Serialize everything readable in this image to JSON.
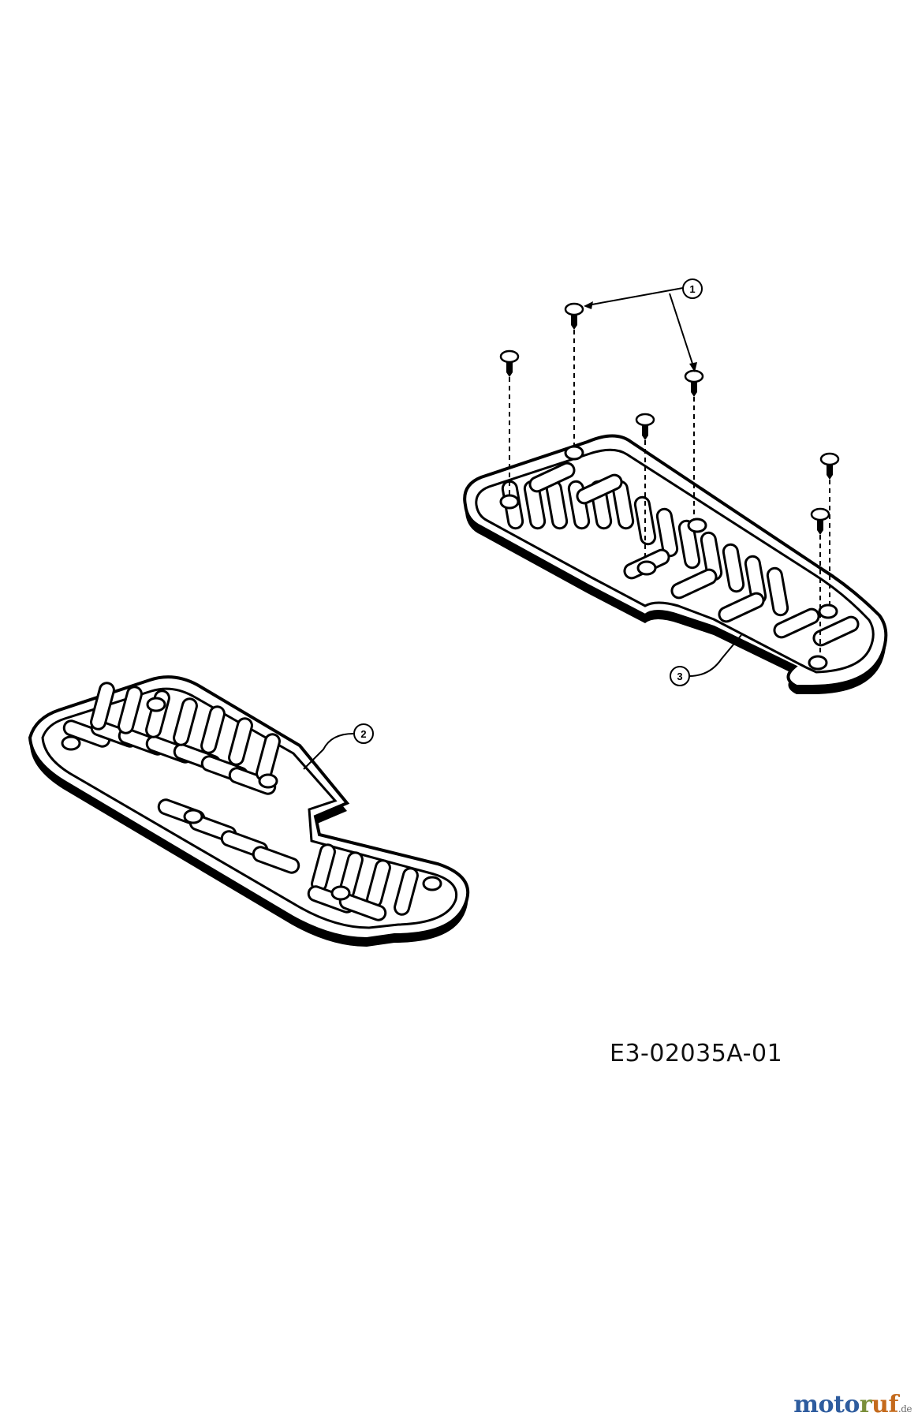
{
  "diagram": {
    "drawing_code": "E3-02035A-01",
    "callouts": [
      {
        "id": "1"
      },
      {
        "id": "2"
      },
      {
        "id": "3"
      }
    ]
  },
  "watermark": {
    "text": "motoruf",
    "suffix": ".de",
    "letters": [
      "m",
      "o",
      "t",
      "o",
      "r",
      "u",
      "f"
    ],
    "colors": [
      "#2e5c9e",
      "#2e5c9e",
      "#2e5c9e",
      "#2e5c9e",
      "#7a8f3a",
      "#c46a1c",
      "#c46a1c"
    ]
  }
}
